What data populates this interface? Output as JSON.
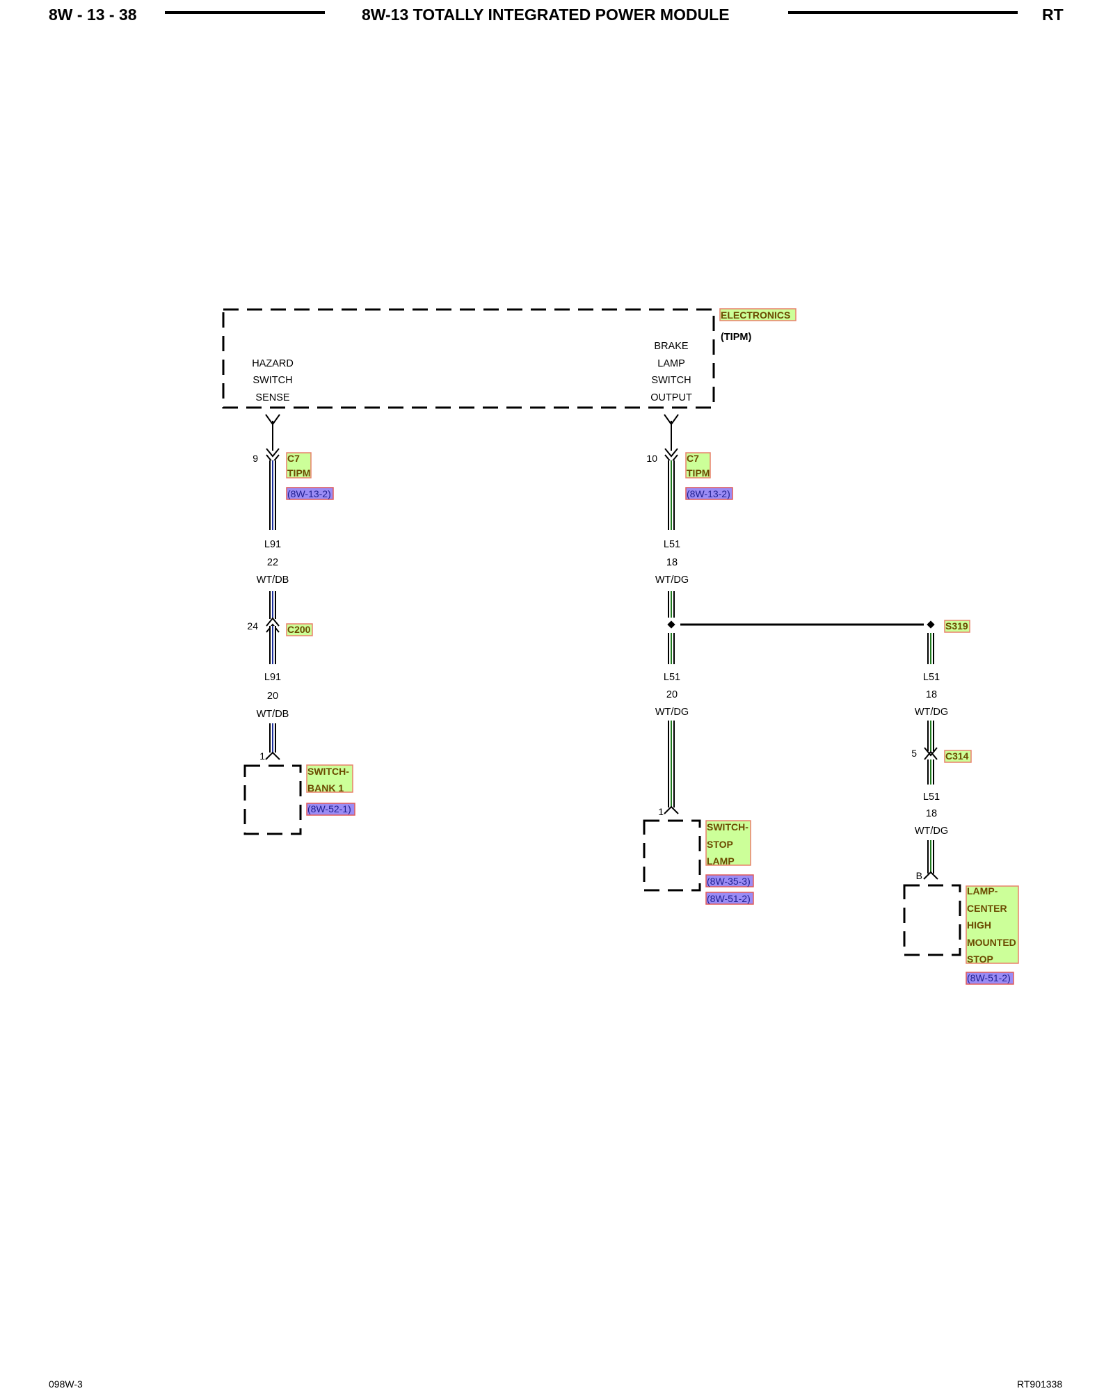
{
  "header": {
    "page_number": "8W - 13 - 38",
    "title": "8W-13 TOTALLY INTEGRATED POWER MODULE",
    "model_code": "RT"
  },
  "footer": {
    "left_code": "098W-3",
    "right_code": "RT901338"
  },
  "module": {
    "name_line1": "ELECTRONICS",
    "name_line2": "(TIPM)",
    "hazard_label": [
      "HAZARD",
      "SWITCH",
      "SENSE"
    ],
    "brake_label": [
      "BRAKE",
      "LAMP",
      "SWITCH",
      "OUTPUT"
    ]
  },
  "left_circuit": {
    "pin_top": "9",
    "connector_top": [
      "C7",
      "TIPM"
    ],
    "connector_top_ref": "(8W-13-2)",
    "wire_upper": [
      "L91",
      "22",
      "WT/DB"
    ],
    "pin_mid": "24",
    "connector_mid": "C200",
    "wire_lower": [
      "L91",
      "20",
      "WT/DB"
    ],
    "pin_bottom": "1",
    "component": [
      "SWITCH-",
      "BANK 1"
    ],
    "component_ref": "(8W-52-1)",
    "wire_colors": {
      "base": "#ffffff",
      "stripe": "#1c2f9e"
    }
  },
  "middle_circuit": {
    "pin_top": "10",
    "connector_top": [
      "C7",
      "TIPM"
    ],
    "connector_top_ref": "(8W-13-2)",
    "wire_upper": [
      "L51",
      "18",
      "WT/DG"
    ],
    "wire_lower": [
      "L51",
      "20",
      "WT/DG"
    ],
    "pin_bottom": "1",
    "component": [
      "SWITCH-",
      "STOP",
      "LAMP"
    ],
    "component_refs": [
      "(8W-35-3)",
      "(8W-51-2)"
    ],
    "wire_colors": {
      "base": "#ffffff",
      "stripe": "#1e7a1e"
    }
  },
  "right_circuit": {
    "splice": "S319",
    "wire_upper": [
      "L51",
      "18",
      "WT/DG"
    ],
    "pin_mid": "5",
    "connector_mid": "C314",
    "wire_lower": [
      "L51",
      "18",
      "WT/DG"
    ],
    "pin_bottom": "B",
    "component": [
      "LAMP-",
      "CENTER",
      "HIGH",
      "MOUNTED",
      "STOP"
    ],
    "component_ref": "(8W-51-2)",
    "wire_colors": {
      "base": "#ffffff",
      "stripe": "#1e7a1e"
    }
  },
  "colors": {
    "highlight_fill": "#ccff99",
    "highlight_border": "#e8806a",
    "reference_fill": "#9b8cf5",
    "reference_text": "#1f1f8f"
  }
}
